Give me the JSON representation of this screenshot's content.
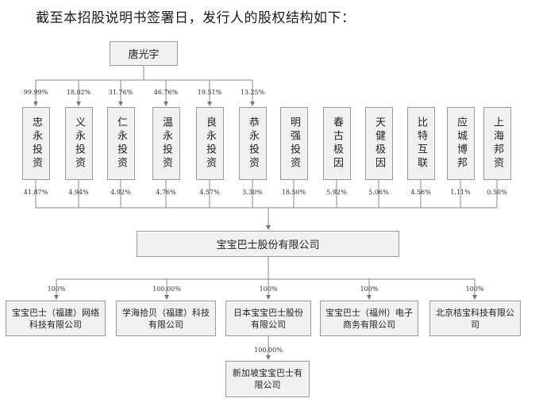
{
  "heading": "截至本招股说明书签署日，发行人的股权结构如下：",
  "founder": "唐光宇",
  "founder_pcts": [
    "99.99%",
    "18.02%",
    "31.76%",
    "46.76%",
    "19.51%",
    "13.25%"
  ],
  "shareholders": [
    {
      "name": "忠永投资",
      "pct": "41.87%"
    },
    {
      "name": "义永投资",
      "pct": "4.94%"
    },
    {
      "name": "仁永投资",
      "pct": "4.92%"
    },
    {
      "name": "温永投资",
      "pct": "4.76%"
    },
    {
      "name": "良永投资",
      "pct": "4.57%"
    },
    {
      "name": "恭永投资",
      "pct": "3.30%"
    },
    {
      "name": "明强投资",
      "pct": "18.50%"
    },
    {
      "name": "春古极因",
      "pct": "5.92%"
    },
    {
      "name": "天健极因",
      "pct": "5.06%"
    },
    {
      "name": "比特互联",
      "pct": "4.56%"
    },
    {
      "name": "应城博邦",
      "pct": "1.11%"
    },
    {
      "name": "上海邦资",
      "pct": "0.50%"
    }
  ],
  "company": "宝宝巴士股份有限公司",
  "subsidiaries": [
    {
      "lines": [
        "宝宝巴士（福建）网络",
        "科技有限公司"
      ],
      "pct": "100%"
    },
    {
      "lines": [
        "学海拾贝（福建）科技",
        "有限公司"
      ],
      "pct": "100.00%"
    },
    {
      "lines": [
        "日本宝宝巴士股份",
        "有限公司"
      ],
      "pct": "100%"
    },
    {
      "lines": [
        "宝宝巴士（福州）电子",
        "商务有限公司"
      ],
      "pct": "100%"
    },
    {
      "lines": [
        "北京桔宝科技有限公",
        "司"
      ],
      "pct": "100%"
    }
  ],
  "grandchild": {
    "lines": [
      "新加坡宝宝巴士有",
      "限公司"
    ],
    "pct": "100.00%"
  }
}
